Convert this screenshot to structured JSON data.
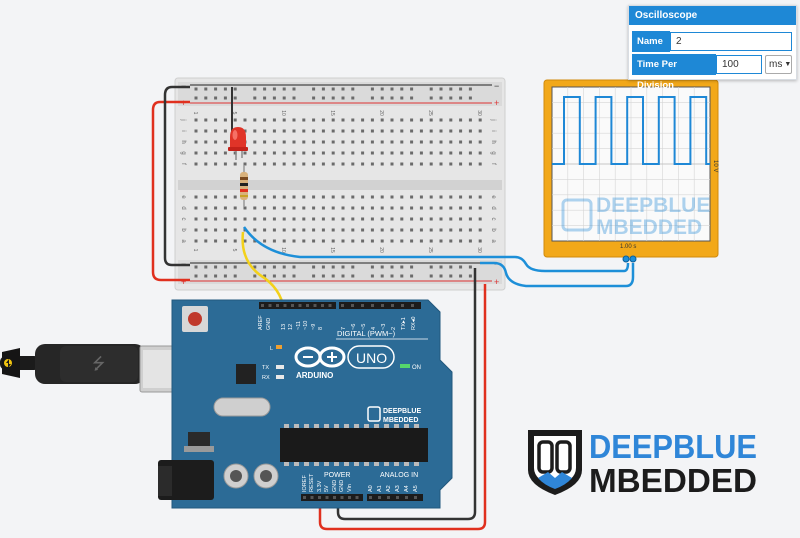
{
  "properties_panel": {
    "title": "Oscilloscope",
    "name_label": "Name",
    "name_value": "2",
    "time_label": "Time Per Division",
    "time_value": "100",
    "unit_value": "ms"
  },
  "oscilloscope": {
    "voltage_label": "10 V",
    "time_label": "1.00 s",
    "watermark_top": "DEEPBLUE",
    "watermark_bottom": "MBEDDED",
    "frame_color": "#f2a819",
    "trace_color": "#1e88d6"
  },
  "arduino": {
    "logo_text": "ARDUINO",
    "model": "UNO",
    "digital_label": "DIGITAL (PWM~)",
    "power_label": "POWER",
    "analog_label": "ANALOG IN",
    "on_label": "ON",
    "l_label": "L",
    "tx_label": "TX",
    "rx_label": "RX",
    "board_brand_top": "DEEPBLUE",
    "board_brand_bottom": "MBEDDED",
    "top_pins": [
      "AREF",
      "GND",
      "13",
      "12",
      "~11",
      "~10",
      "~9",
      "8",
      "7",
      "~6",
      "~5",
      "4",
      "~3",
      "2",
      "TX▸1",
      "RX◂0"
    ],
    "power_pins": [
      "IOREF",
      "RESET",
      "3.3V",
      "5V",
      "GND",
      "GND",
      "Vin"
    ],
    "analog_pins": [
      "A0",
      "A1",
      "A2",
      "A3",
      "A4",
      "A5"
    ],
    "board_color": "#2c6b96"
  },
  "breadboard": {
    "columns": [
      "1",
      "",
      "",
      "",
      "5",
      "",
      "",
      "",
      "",
      "10",
      "",
      "",
      "",
      "",
      "15",
      "",
      "",
      "",
      "",
      "20",
      "",
      "",
      "",
      "",
      "25",
      "",
      "",
      "",
      "",
      "30"
    ],
    "rows_top": [
      "j",
      "i",
      "h",
      "g",
      "f"
    ],
    "rows_bottom": [
      "e",
      "d",
      "c",
      "b",
      "a"
    ],
    "minus_sign": "−",
    "plus_sign": "+"
  },
  "brand": {
    "line1": "DEEPBLUE",
    "line2": "MBEDDED",
    "color_blue": "#2f86d8",
    "color_dark": "#1c1c1c"
  }
}
